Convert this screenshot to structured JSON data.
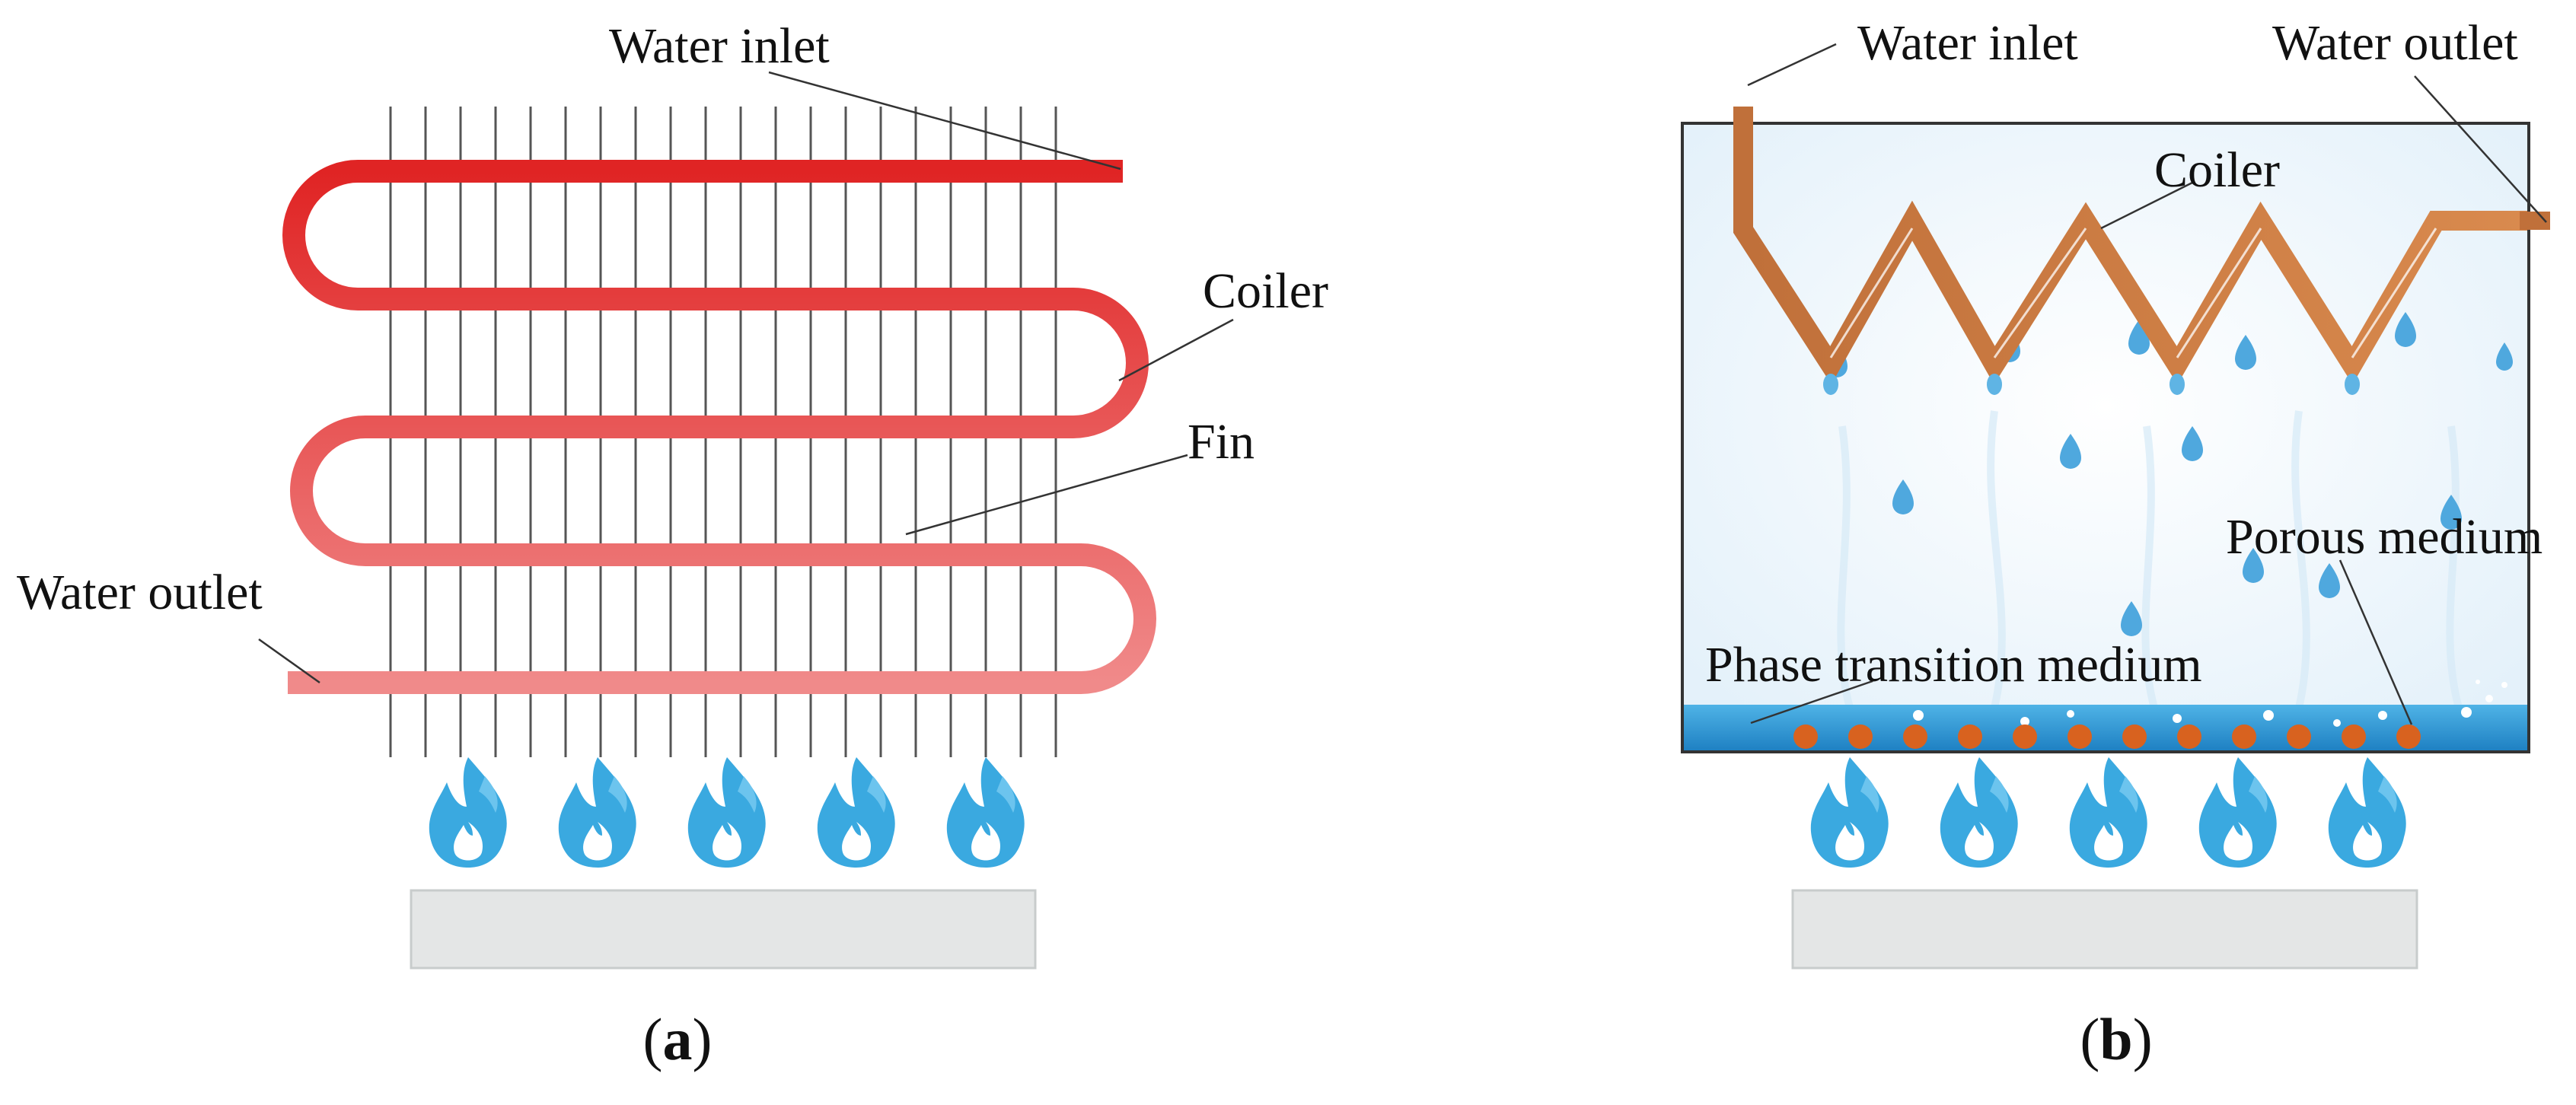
{
  "panel_a": {
    "labels": {
      "water_inlet": "Water inlet",
      "coiler": "Coiler",
      "fin": "Fin",
      "water_outlet": "Water outlet"
    },
    "caption": {
      "open": "(",
      "letter": "a",
      "close": ")"
    },
    "flame_count": 5
  },
  "panel_b": {
    "labels": {
      "water_inlet": "Water inlet",
      "water_outlet": "Water outlet",
      "coiler": "Coiler",
      "porous_medium": "Porous medium",
      "phase_transition_medium": "Phase transition medium"
    },
    "caption": {
      "open": "(",
      "letter": "b",
      "close": ")"
    },
    "flame_count": 5
  },
  "colors": {
    "coil_red": "#e53935",
    "coil_copper": "#c8763f",
    "liquid_blue": "#2f9bd8",
    "flame_blue": "#3aa9e0",
    "porous_orange": "#d8621f",
    "burner_gray": "#e4e6e6"
  }
}
